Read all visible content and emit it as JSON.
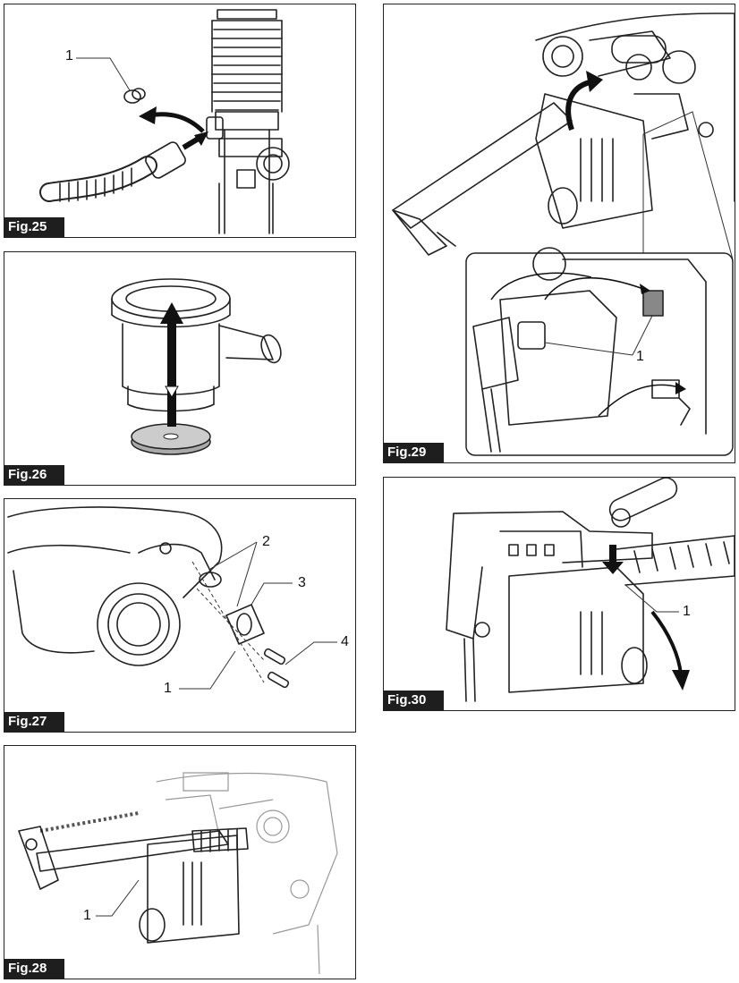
{
  "figures": [
    {
      "label": "Fig.25",
      "callouts": [
        "1"
      ]
    },
    {
      "label": "Fig.26",
      "callouts": []
    },
    {
      "label": "Fig.27",
      "callouts": [
        "1",
        "2",
        "3",
        "4"
      ]
    },
    {
      "label": "Fig.28",
      "callouts": [
        "1"
      ]
    },
    {
      "label": "Fig.29",
      "callouts": [
        "1"
      ]
    },
    {
      "label": "Fig.30",
      "callouts": [
        "1"
      ]
    }
  ]
}
